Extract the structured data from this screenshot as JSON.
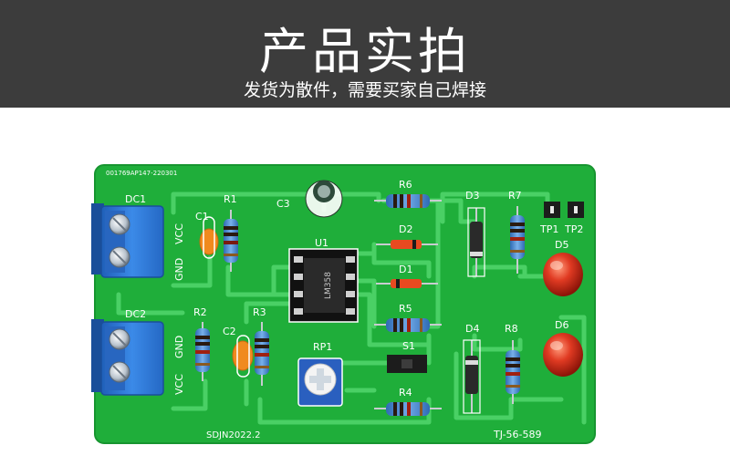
{
  "banner": {
    "title": "产品实拍",
    "subtitle": "发货为散件，需要买家自己焊接"
  },
  "board": {
    "top_code": "001769AP147-220301",
    "bottom_left_label": "SDJN2022.2",
    "bottom_right_label": "TJ-56-589",
    "terminals": {
      "dc1": "DC1",
      "dc2": "DC2",
      "dc1_vcc": "VCC",
      "dc1_gnd": "GND",
      "dc2_gnd": "GND",
      "dc2_vcc": "VCC"
    },
    "refs": {
      "r1": "R1",
      "c1": "C1",
      "c3": "C3",
      "r6": "R6",
      "d3": "D3",
      "r7": "R7",
      "tp1": "TP1",
      "tp2": "TP2",
      "d2": "D2",
      "u1": "U1",
      "d5": "D5",
      "d1": "D1",
      "r2": "R2",
      "c2": "C2",
      "r3": "R3",
      "r5": "R5",
      "d4": "D4",
      "r8": "R8",
      "d6": "D6",
      "rp1": "RP1",
      "s1": "S1",
      "r4": "R4"
    },
    "chip_marking": "LM358"
  },
  "colors": {
    "banner": "#3c3c3c",
    "pcb": "#1fae3a",
    "trace": "#4ad065",
    "terminal_blue": "#2f7fd8",
    "led_red": "#d8281a",
    "resistor_blue": "#4d8fd6",
    "capacitor_orange": "#f08a1e"
  }
}
